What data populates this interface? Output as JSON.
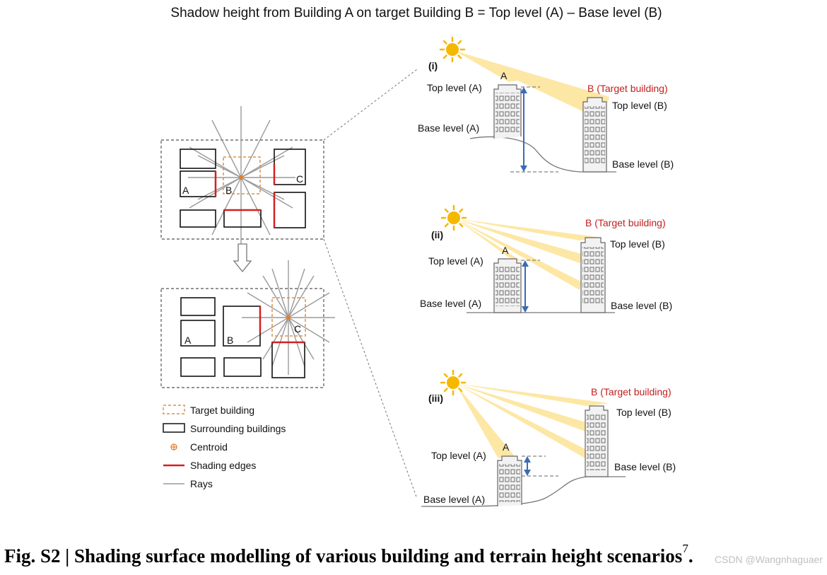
{
  "header": {
    "formula": "Shadow height from Building A on target Building B = Top level (A) – Base level (B)"
  },
  "plan_top": {
    "labels": {
      "a": "A",
      "b": "B",
      "c": "C"
    }
  },
  "plan_bottom": {
    "labels": {
      "a": "A",
      "b": "B",
      "c": "C"
    }
  },
  "legend": {
    "target": "Target building",
    "surrounding": "Surrounding buildings",
    "centroid": "Centroid",
    "shading": "Shading edges",
    "rays": "Rays"
  },
  "scenarios": [
    {
      "tag": "(i)",
      "a_label": "A",
      "target": "B (Target building)",
      "top_a": "Top level (A)",
      "base_a": "Base level (A)",
      "top_b": "Top level (B)",
      "base_b": "Base level (B)"
    },
    {
      "tag": "(ii)",
      "a_label": "A",
      "target": "B (Target building)",
      "top_a": "Top level (A)",
      "base_a": "Base level (A)",
      "top_b": "Top level (B)",
      "base_b": "Base level (B)"
    },
    {
      "tag": "(iii)",
      "a_label": "A",
      "target": "B (Target building)",
      "top_a": "Top level (A)",
      "base_a": "Base level (A)",
      "top_b": "Top level (B)",
      "base_b": "Base level (B)"
    }
  ],
  "caption": {
    "text": "Fig. S2 | Shading surface modelling of various building and terrain height scenarios",
    "superscript": "7",
    "end": "."
  },
  "watermark": "CSDN @Wangnhaguaer",
  "colors": {
    "shading_edge": "#d42020",
    "target_dashed": "#d9904a",
    "centroid": "#e08030",
    "ray": "#9a9a9a",
    "sun": "#f5b800",
    "beam": "#fde6a0",
    "arrow": "#3b6bb5",
    "target_text": "#c41e1e"
  }
}
